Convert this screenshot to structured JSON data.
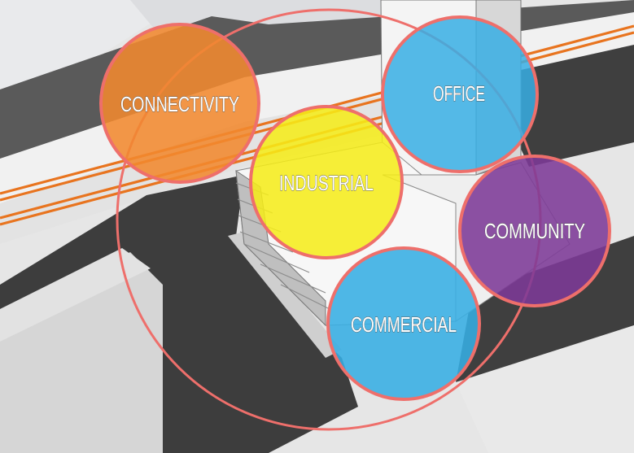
{
  "diagram": {
    "type": "venn-style bubble overlay on 3D urban massing",
    "colors": {
      "outline": "#ee6f6b",
      "connectivity": "#f1892f",
      "office": "#37aee4",
      "industrial": "#f6ec17",
      "community": "#7d3a97",
      "commercial": "#37aee4",
      "rail": "#e8741f",
      "road": "#404040",
      "ground": "#e4e4e4"
    },
    "bubbles": [
      {
        "id": "connectivity",
        "label": "CONNECTIVITY"
      },
      {
        "id": "office",
        "label": "OFFICE"
      },
      {
        "id": "industrial",
        "label": "INDUSTRIAL"
      },
      {
        "id": "community",
        "label": "COMMUNITY"
      },
      {
        "id": "commercial",
        "label": "COMMERCIAL"
      }
    ]
  }
}
